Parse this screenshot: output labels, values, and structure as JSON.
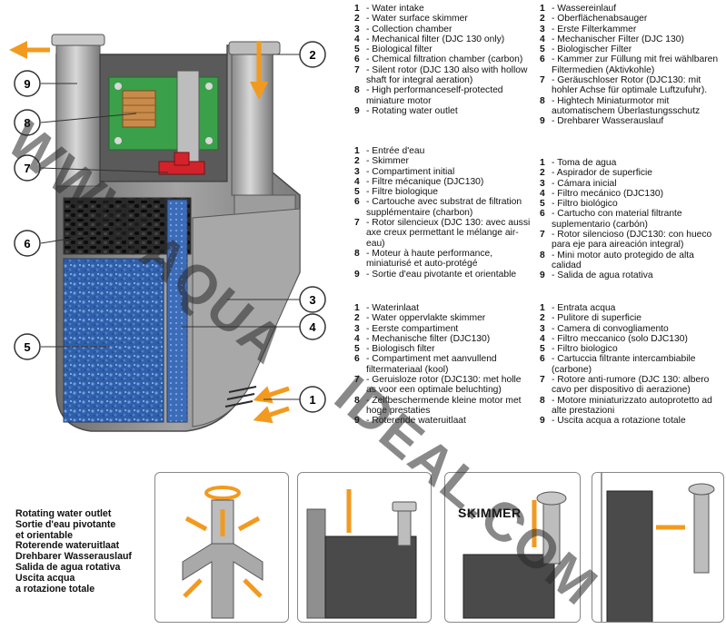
{
  "callouts": [
    "1",
    "2",
    "3",
    "4",
    "5",
    "6",
    "7",
    "8",
    "9"
  ],
  "legend": {
    "english": [
      {
        "n": "1",
        "t": "- Water intake"
      },
      {
        "n": "2",
        "t": "- Water surface skimmer"
      },
      {
        "n": "3",
        "t": "- Collection chamber"
      },
      {
        "n": "4",
        "t": "- Mechanical filter (DJC 130 only)"
      },
      {
        "n": "5",
        "t": "- Biological filter"
      },
      {
        "n": "6",
        "t": "- Chemical filtration chamber (carbon)"
      },
      {
        "n": "7",
        "t": "- Silent rotor (DJC 130 also with hollow shaft for integral aeration)"
      },
      {
        "n": "8",
        "t": "- High performanceself-protected miniature motor"
      },
      {
        "n": "9",
        "t": "- Rotating water outlet"
      }
    ],
    "french": [
      {
        "n": "1",
        "t": "- Entrée d'eau"
      },
      {
        "n": "2",
        "t": "- Skimmer"
      },
      {
        "n": "3",
        "t": "- Compartiment initial"
      },
      {
        "n": "4",
        "t": "- Filtre mécanique (DJC130)"
      },
      {
        "n": "5",
        "t": "- Filtre biologique"
      },
      {
        "n": "6",
        "t": "- Cartouche avec substrat de filtration supplémentaire (charbon)"
      },
      {
        "n": "7",
        "t": "- Rotor silencieux  (DJC 130: avec aussi axe creux permettant le mélange air-eau)"
      },
      {
        "n": "8",
        "t": "- Moteur à haute performance, miniaturisé et auto-protégé"
      },
      {
        "n": "9",
        "t": "- Sortie d'eau pivotante et orientable"
      }
    ],
    "dutch": [
      {
        "n": "1",
        "t": "- Waterinlaat"
      },
      {
        "n": "2",
        "t": "- Water oppervlakte skimmer"
      },
      {
        "n": "3",
        "t": "- Eerste compartiment"
      },
      {
        "n": "4",
        "t": "- Mechanische filter (DJC130)"
      },
      {
        "n": "5",
        "t": "- Biologisch filter"
      },
      {
        "n": "6",
        "t": "- Compartiment met aanvullend filtermateriaal (kool)"
      },
      {
        "n": "7",
        "t": "- Geruisloze rotor (DJC130: met holle as voor een optimale beluchting)"
      },
      {
        "n": "8",
        "t": "- Zelfbeschermende kleine motor met hoge prestaties"
      },
      {
        "n": "9",
        "t": "- Roterende wateruitlaat"
      }
    ],
    "german": [
      {
        "n": "1",
        "t": "- Wassereinlauf"
      },
      {
        "n": "2",
        "t": "- Oberflächenabsauger"
      },
      {
        "n": "3",
        "t": "- Erste Filterkammer"
      },
      {
        "n": "4",
        "t": "- Mechanischer Filter (DJC 130)"
      },
      {
        "n": "5",
        "t": "- Biologischer Filter"
      },
      {
        "n": "6",
        "t": "- Kammer zur Füllung mit frei wählbaren Filtermedien (Aktivkohle)"
      },
      {
        "n": "7",
        "t": "- Geräuschloser Rotor (DJC130: mit hohler Achse für optimale Luftzufuhr)."
      },
      {
        "n": "8",
        "t": "- Hightech Miniaturmotor mit automatischem Überlastungsschutz"
      },
      {
        "n": "9",
        "t": "- Drehbarer Wasserauslauf"
      }
    ],
    "spanish": [
      {
        "n": "1",
        "t": "-  Toma de agua"
      },
      {
        "n": "2",
        "t": "- Aspirador de superficie"
      },
      {
        "n": "3",
        "t": "- Cámara inicial"
      },
      {
        "n": "4",
        "t": "- Filtro mecánico (DJC130)"
      },
      {
        "n": "5",
        "t": "- Filtro biológico"
      },
      {
        "n": "6",
        "t": "- Cartucho con material filtrante suplementario (carbón)"
      },
      {
        "n": "7",
        "t": "- Rotor silencioso (DJC130: con hueco para eje para aireación integral)"
      },
      {
        "n": "8",
        "t": "- Mini motor auto protegido de alta  calidad"
      },
      {
        "n": "9",
        "t": "- Salida de agua rotativa"
      }
    ],
    "italian": [
      {
        "n": "1",
        "t": "- Entrata acqua"
      },
      {
        "n": "2",
        "t": "- Pulitore di superficie"
      },
      {
        "n": "3",
        "t": "- Camera di convogliamento"
      },
      {
        "n": "4",
        "t": "- Filtro meccanico (solo DJC130)"
      },
      {
        "n": "5",
        "t": "- Filtro biologico"
      },
      {
        "n": "6",
        "t": "- Cartuccia filtrante intercambiabile (carbone)"
      },
      {
        "n": "7",
        "t": "- Rotore anti-rumore (DJC 130: albero cavo per dispositivo di aerazione)"
      },
      {
        "n": "8",
        "t": "- Motore miniaturizzato autoprotetto ad alte prestazioni"
      },
      {
        "n": "9",
        "t": "- Uscita acqua a rotazione totale"
      }
    ]
  },
  "caption": [
    "Rotating water outlet",
    "Sortie d'eau pivotante",
    "et orientable",
    "Roterende wateruitlaat",
    "Drehbarer Wasserauslauf",
    "Salida de agua rotativa",
    "Uscita acqua",
    "a rotazione totale"
  ],
  "panels": {
    "skimmer_label": "SKIMMER"
  },
  "watermark": {
    "left": "WWW.AQUA",
    "right": "IDEAL.COM"
  },
  "colors": {
    "housing": "#8c8c8c",
    "housing_light": "#c9c9c9",
    "bio_sponge": "#2f5fa8",
    "carbon": "#1a1a1a",
    "motor_board": "#3aa04a",
    "rotor": "#d2232a",
    "arrow": "#f29a1f"
  }
}
